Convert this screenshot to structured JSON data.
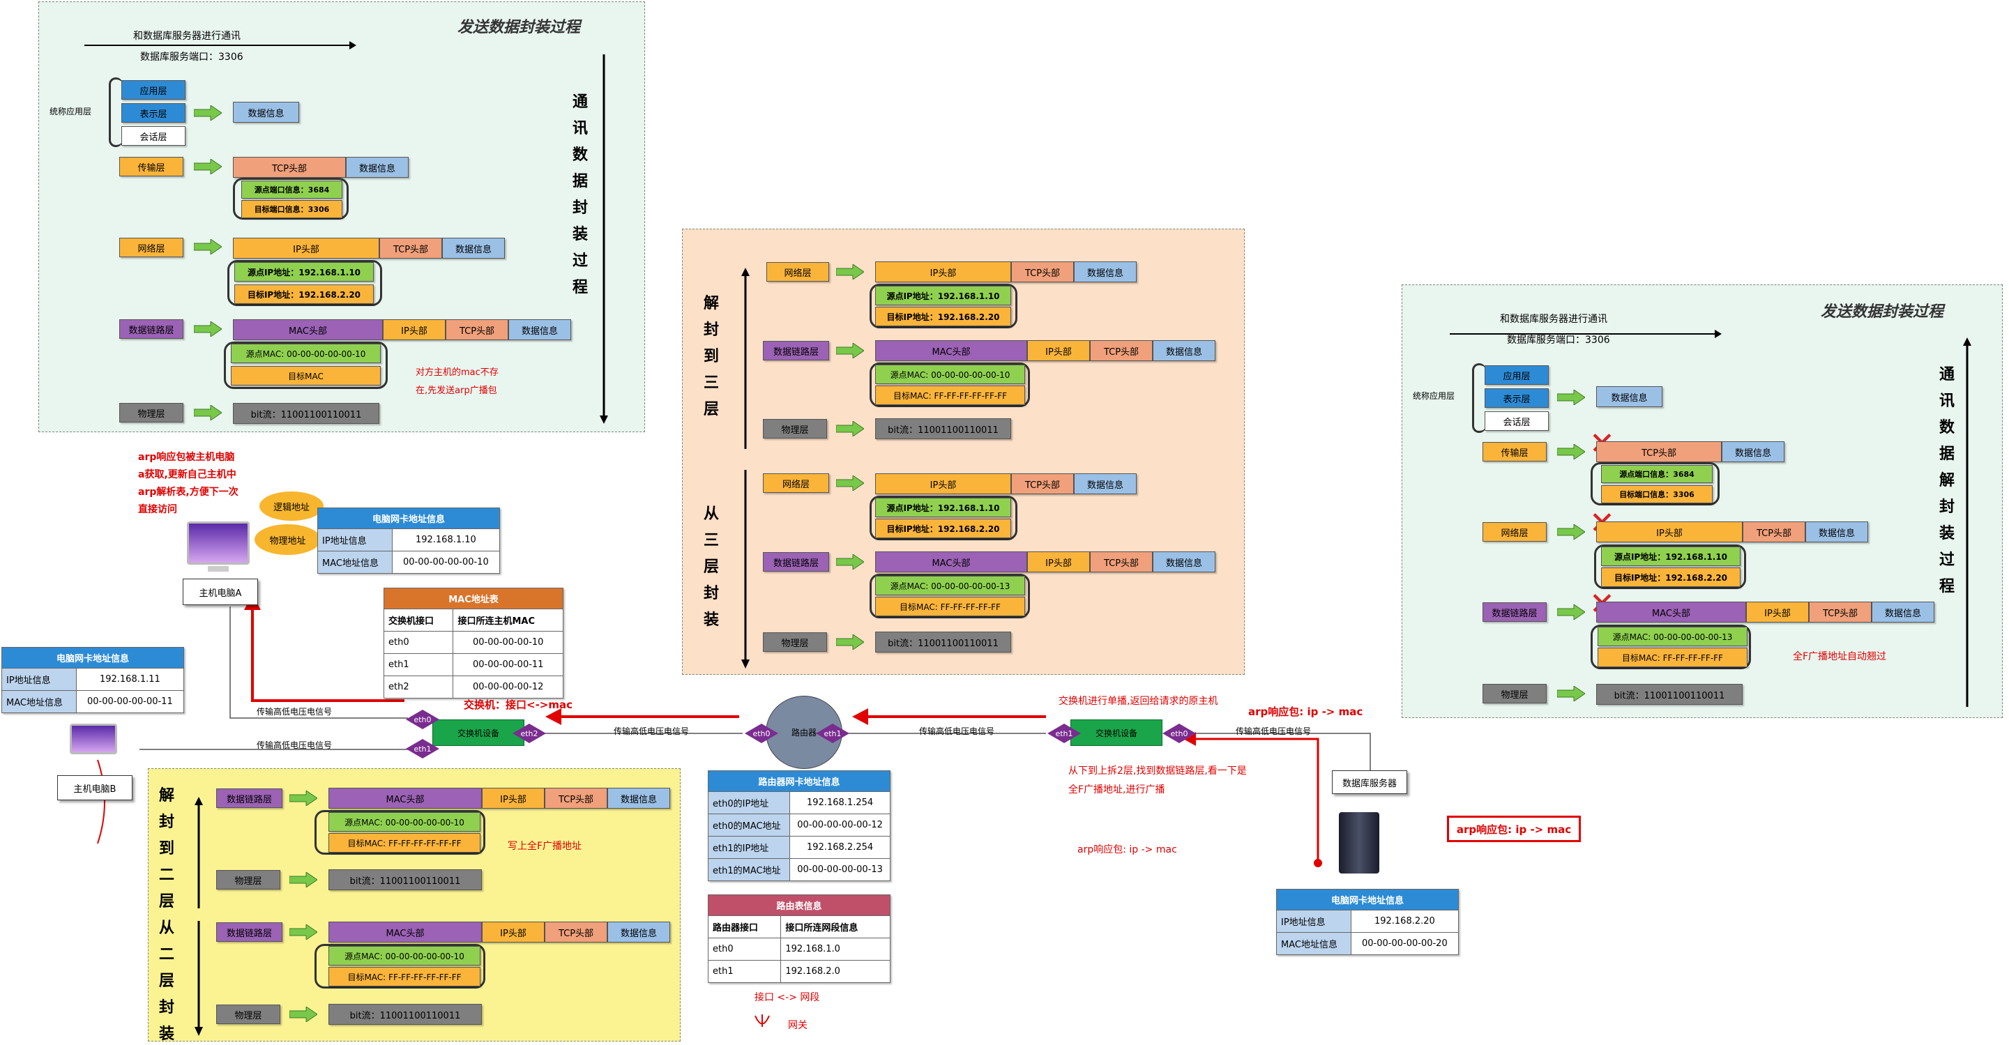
{
  "colors": {
    "panel_green": "#e9f5ef",
    "panel_orange": "#fde0c8",
    "panel_yellow": "#fbf392",
    "red": "#e00000",
    "blue": "#2d8bd6",
    "purple": "#9b62b5",
    "green_arrow": "#78c84a"
  },
  "common": {
    "app_layer": "应用层",
    "pres_layer": "表示层",
    "sess_layer": "会话层",
    "collective_app": "统称应用层",
    "transport_layer": "传输层",
    "network_layer": "网络层",
    "datalink_layer": "数据链路层",
    "physical_layer": "物理层",
    "data_info": "数据信息",
    "tcp_head": "TCP头部",
    "ip_head": "IP头部",
    "mac_head": "MAC头部",
    "src_port": "源点端口信息：3684",
    "dst_port": "目标端口信息：3306",
    "src_ip": "源点IP地址：192.168.1.10",
    "dst_ip": "目标IP地址：192.168.2.20",
    "src_mac_10": "源点MAC: 00-00-00-00-00-10",
    "src_mac_13": "源点MAC: 00-00-00-00-00-13",
    "dst_mac_ff": "目标MAC: FF-FF-FF-FF-FF",
    "dst_mac_ff_b": "目标MAC: FF-FF-FF-FF-FF-FF",
    "bitstream": "bit流：11001100110011",
    "db_comm": "和数据库服务器进行通讯",
    "db_port": "数据库服务端口：3306"
  },
  "panel_a": {
    "title": "发送数据封装过程",
    "vertical": [
      "通",
      "讯",
      "数",
      "据",
      "封",
      "装",
      "过",
      "程"
    ],
    "note1": "对方主机的mac不存",
    "note2": "在,先发送arp广播包",
    "blank_mac": "目标MAC"
  },
  "panel_b": {
    "vertical1": [
      "解",
      "封",
      "到",
      "三",
      "层"
    ],
    "vertical2": [
      "从",
      "三",
      "层",
      "封",
      "装"
    ]
  },
  "panel_c": {
    "title": "发送数据封装过程",
    "vertical": [
      "通",
      "讯",
      "数",
      "据",
      "解",
      "封",
      "装",
      "过",
      "程"
    ],
    "note": "全F广播地址自动翘过"
  },
  "panel_d": {
    "vertical1": [
      "解",
      "封",
      "到",
      "二",
      "层"
    ],
    "vertical2": [
      "从",
      "二",
      "层",
      "封",
      "装"
    ],
    "note": "写上全F广播地址"
  },
  "hostA": {
    "label": "主机电脑A",
    "cloud1": "逻辑地址",
    "cloud2": "物理地址"
  },
  "hostB": {
    "label": "主机电脑B"
  },
  "db_server": {
    "label": "数据库服务器"
  },
  "nic_A": {
    "title": "电脑网卡地址信息",
    "rows": [
      [
        "IP地址信息",
        "192.168.1.10"
      ],
      [
        "MAC地址信息",
        "00-00-00-00-00-10"
      ]
    ]
  },
  "nic_B": {
    "title": "电脑网卡地址信息",
    "rows": [
      [
        "IP地址信息",
        "192.168.1.11"
      ],
      [
        "MAC地址信息",
        "00-00-00-00-00-11"
      ]
    ]
  },
  "nic_DB": {
    "title": "电脑网卡地址信息",
    "rows": [
      [
        "IP地址信息",
        "192.168.2.20"
      ],
      [
        "MAC地址信息",
        "00-00-00-00-00-20"
      ]
    ]
  },
  "mac_table": {
    "title": "MAC地址表",
    "headers": [
      "交换机接口",
      "接口所连主机MAC"
    ],
    "rows": [
      [
        "eth0",
        "00-00-00-00-10"
      ],
      [
        "eth1",
        "00-00-00-00-11"
      ],
      [
        "eth2",
        "00-00-00-00-12"
      ]
    ]
  },
  "router_nic": {
    "title": "路由器网卡地址信息",
    "rows": [
      [
        "eth0的IP地址",
        "192.168.1.254"
      ],
      [
        "eth0的MAC地址",
        "00-00-00-00-00-12"
      ],
      [
        "eth1的IP地址",
        "192.168.2.254"
      ],
      [
        "eth1的MAC地址",
        "00-00-00-00-00-13"
      ]
    ]
  },
  "route_table": {
    "title": "路由表信息",
    "headers": [
      "路由器接口",
      "接口所连网段信息"
    ],
    "rows": [
      [
        "eth0",
        "192.168.1.0"
      ],
      [
        "eth1",
        "192.168.2.0"
      ]
    ],
    "note1": "接口 <-> 网段",
    "note2": "网关"
  },
  "network": {
    "switch": "交换机设备",
    "router": "路由器",
    "eth0": "eth0",
    "eth1": "eth1",
    "eth2": "eth2",
    "wire": "传输高低电压电信号"
  },
  "annotations": {
    "arp_reply1": "arp响应包被主机电脑",
    "arp_reply2": "a获取,更新自己主机中",
    "arp_reply3": "arp解析表,方便下一次",
    "arp_reply4": "直接访问",
    "switch_port": "交换机：接口<->mac",
    "unicast": "交换机进行单播,返回给请求的原主机",
    "arp_ip_mac": "arp响应包: ip -> mac",
    "from_bottom1": "从下到上拆2层,找到数据链路层,看一下是",
    "from_bottom2": "全F广播地址,进行广播",
    "arp_ip_mac2": "arp响应包: ip -> mac",
    "arp_ip_mac3": "arp响应包: ip -> mac"
  }
}
